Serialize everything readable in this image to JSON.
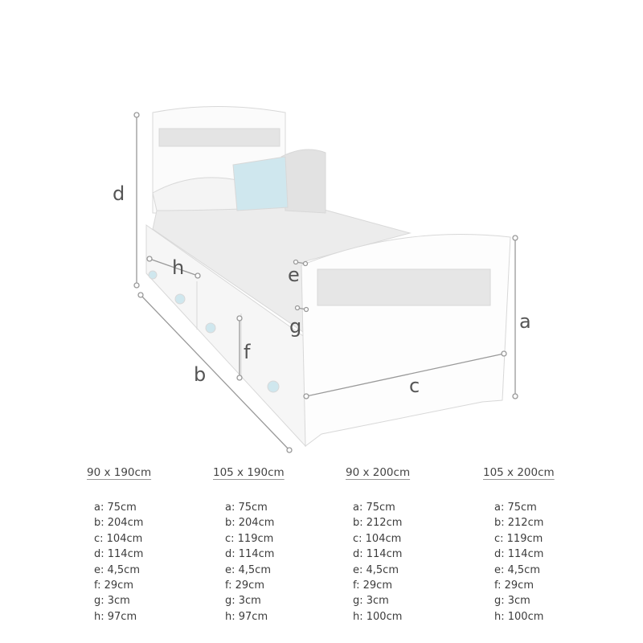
{
  "diagram": {
    "dimension_labels": [
      "a",
      "b",
      "c",
      "d",
      "e",
      "f",
      "g",
      "h"
    ]
  },
  "sizes": [
    {
      "title": "90 x 190cm",
      "rows": [
        "a: 75cm",
        "b: 204cm",
        "c: 104cm",
        "d: 114cm",
        "e: 4,5cm",
        "f: 29cm",
        "g: 3cm",
        "h: 97cm"
      ]
    },
    {
      "title": "105 x 190cm",
      "rows": [
        "a: 75cm",
        "b: 204cm",
        "c: 119cm",
        "d: 114cm",
        "e: 4,5cm",
        "f: 29cm",
        "g: 3cm",
        "h: 97cm"
      ]
    },
    {
      "title": "90 x 200cm",
      "rows": [
        "a: 75cm",
        "b: 212cm",
        "c: 104cm",
        "d: 114cm",
        "e: 4,5cm",
        "f: 29cm",
        "g: 3cm",
        "h: 100cm"
      ]
    },
    {
      "title": "105 x 200cm",
      "rows": [
        "a: 75cm",
        "b: 212cm",
        "c: 119cm",
        "d: 114cm",
        "e: 4,5cm",
        "f: 29cm",
        "g: 3cm",
        "h: 100cm"
      ]
    }
  ]
}
